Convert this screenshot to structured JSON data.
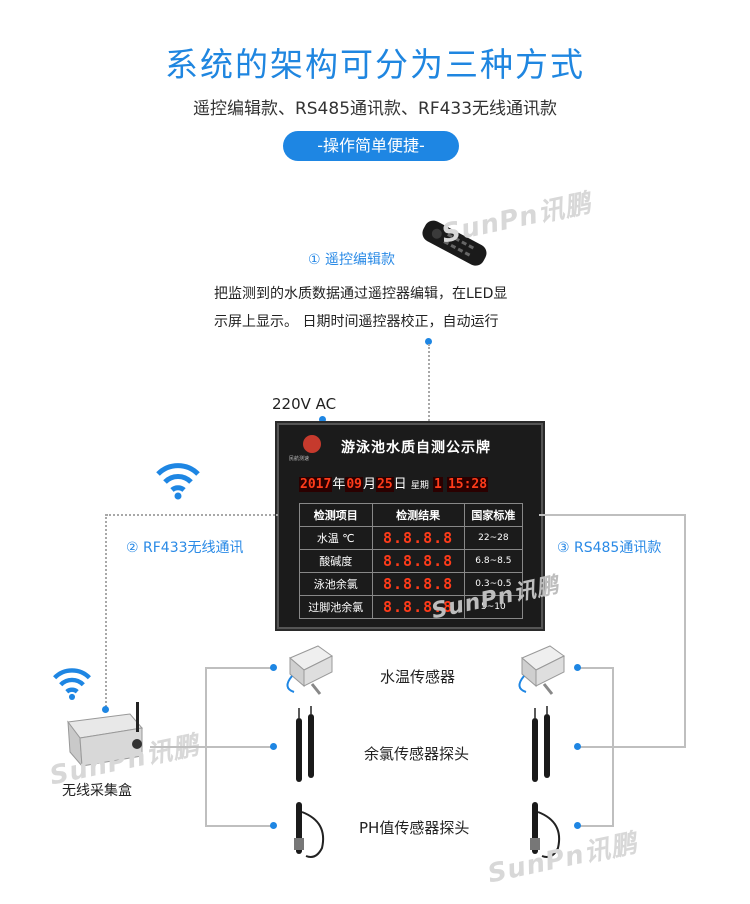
{
  "header": {
    "title": "系统的架构可分为三种方式",
    "subtitle": "遥控编辑款、RS485通讯款、RF433无线通讯款",
    "pill": "-操作简单便捷-"
  },
  "remote": {
    "label": "① 遥控编辑款",
    "desc_line1": "把监测到的水质数据通过遥控器编辑，在LED显",
    "desc_line2": "示屏上显示。 日期时间遥控器校正，自动运行"
  },
  "power_label": "220V AC",
  "rf_label": "② RF433无线通讯",
  "rs485_label": "③ RS485通讯款",
  "collector_label": "无线采集盒",
  "watermark": "SunPn讯鹏",
  "board": {
    "logo_text": "民航测速",
    "title": "游泳池水质自测公示牌",
    "date": {
      "year": "2017",
      "year_unit": "年",
      "month": "09",
      "month_unit": "月",
      "day": "25",
      "day_unit": "日",
      "weekday_label": "星期",
      "weekday": "1",
      "time": "15:28"
    },
    "table": {
      "headers": [
        "检测项目",
        "检测结果",
        "国家标准"
      ],
      "rows": [
        {
          "item": "水温 ℃",
          "result": "8.8.8.8",
          "standard": "22~28"
        },
        {
          "item": "酸碱度",
          "result": "8.8.8.8",
          "standard": "6.8~8.5"
        },
        {
          "item": "泳池余氯",
          "result": "8.8.8.8",
          "standard": "0.3~0.5"
        },
        {
          "item": "过脚池余氯",
          "result": "8.8.8.8",
          "standard": "5~10"
        }
      ]
    }
  },
  "sensors": [
    "水温传感器",
    "余氯传感器探头",
    "PH值传感器探头"
  ],
  "icons": [
    "remote-control-icon",
    "wifi-icon",
    "collector-box-icon",
    "temperature-sensor-icon",
    "chlorine-probe-icon",
    "ph-probe-icon"
  ],
  "colors": {
    "accent": "#1e86e3",
    "led": "#ff3b1a",
    "line": "#bfbfbf"
  }
}
